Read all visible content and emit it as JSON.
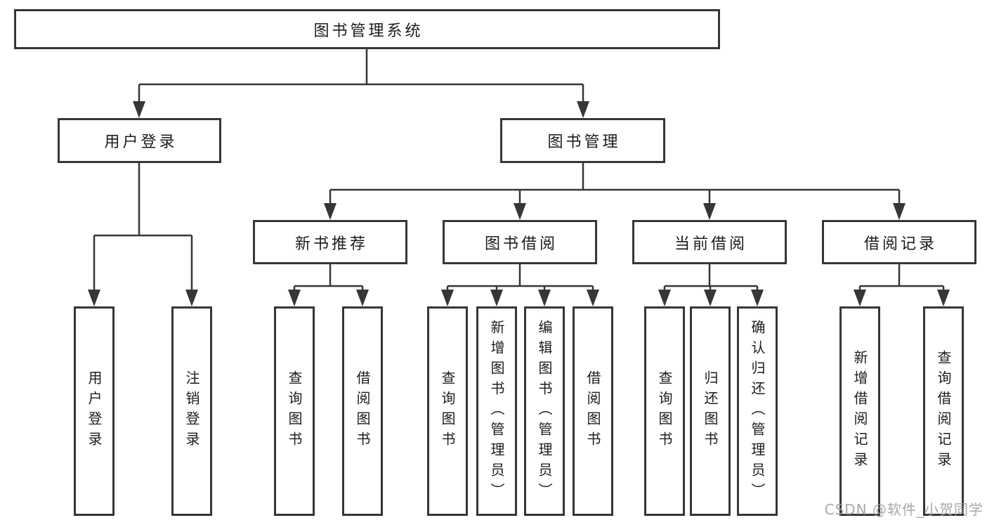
{
  "diagram": {
    "root": {
      "label": "图书管理系统"
    },
    "level2": [
      {
        "label": "用户登录"
      },
      {
        "label": "图书管理"
      }
    ],
    "level3": [
      {
        "label": "新书推荐",
        "parent": "图书管理"
      },
      {
        "label": "图书借阅",
        "parent": "图书管理"
      },
      {
        "label": "当前借阅",
        "parent": "图书管理"
      },
      {
        "label": "借阅记录",
        "parent": "图书管理"
      }
    ],
    "leaves": [
      {
        "label": "用户登录",
        "parent": "用户登录"
      },
      {
        "label": "注销登录",
        "parent": "用户登录"
      },
      {
        "label": "查询图书",
        "parent": "新书推荐"
      },
      {
        "label": "借阅图书",
        "parent": "新书推荐"
      },
      {
        "label": "查询图书",
        "parent": "图书借阅"
      },
      {
        "label": "新增图书（管理员）",
        "parent": "图书借阅"
      },
      {
        "label": "编辑图书（管理员）",
        "parent": "图书借阅"
      },
      {
        "label": "借阅图书",
        "parent": "图书借阅"
      },
      {
        "label": "查询图书",
        "parent": "当前借阅"
      },
      {
        "label": "归还图书",
        "parent": "当前借阅"
      },
      {
        "label": "确认归还（管理员）",
        "parent": "当前借阅"
      },
      {
        "label": "新增借阅记录",
        "parent": "借阅记录"
      },
      {
        "label": "查询借阅记录",
        "parent": "借阅记录"
      }
    ],
    "watermark": "CSDN @软件_小贺同学",
    "colors": {
      "line": "#363636",
      "box_border": "#363636",
      "box_background": "#ffffff",
      "text": "#1c1c1c",
      "watermark": "#9e9e9e",
      "page_background": "#ffffff"
    }
  }
}
